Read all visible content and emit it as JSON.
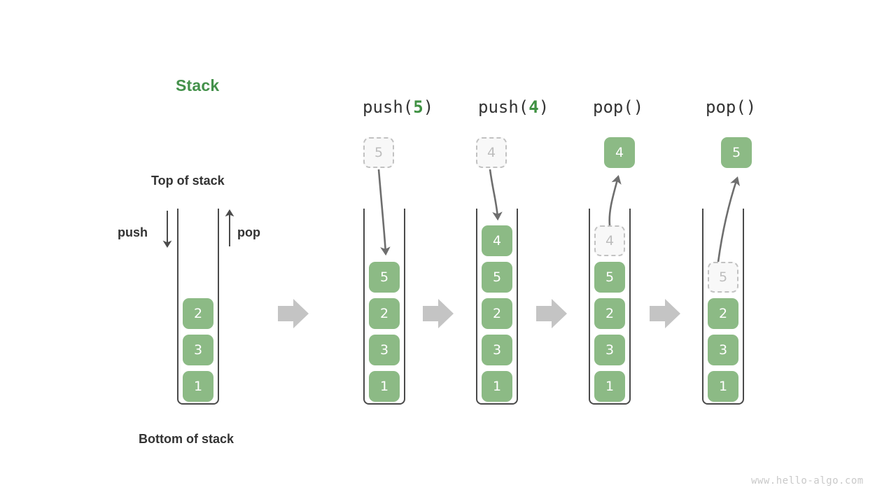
{
  "title": {
    "text": "Stack",
    "color": "#44914b"
  },
  "labels": {
    "top_of_stack": "Top of stack",
    "bottom_of_stack": "Bottom of stack",
    "push": "push",
    "pop": "pop"
  },
  "watermark": "www.hello-algo.com",
  "colors": {
    "element_fill": "#8cba85",
    "element_text": "#ffffff",
    "ghost_fill": "#f8f8f8",
    "ghost_border": "#c2c2c2",
    "ghost_text": "#bdbdbd",
    "container_stroke": "#4a4a4a",
    "arrow_gray": "#c4c4c4",
    "curve_arrow": "#6e6e6e",
    "text_dark": "#333333",
    "accent_green": "#3f9142"
  },
  "stages": [
    {
      "id": "initial",
      "op_prefix": "",
      "op_arg": "",
      "op_suffix": "",
      "has_op_label": false,
      "external_element": null,
      "external_element_state": null,
      "cells": [
        {
          "value": "2",
          "state": "filled"
        },
        {
          "value": "3",
          "state": "filled"
        },
        {
          "value": "1",
          "state": "filled"
        }
      ]
    },
    {
      "id": "push-5",
      "op_prefix": "push(",
      "op_arg": "5",
      "op_suffix": ")",
      "has_op_label": true,
      "external_element": "5",
      "external_element_state": "ghost",
      "cells": [
        {
          "value": "5",
          "state": "filled"
        },
        {
          "value": "2",
          "state": "filled"
        },
        {
          "value": "3",
          "state": "filled"
        },
        {
          "value": "1",
          "state": "filled"
        }
      ]
    },
    {
      "id": "push-4",
      "op_prefix": "push(",
      "op_arg": "4",
      "op_suffix": ")",
      "has_op_label": true,
      "external_element": "4",
      "external_element_state": "ghost",
      "cells": [
        {
          "value": "4",
          "state": "filled"
        },
        {
          "value": "5",
          "state": "filled"
        },
        {
          "value": "2",
          "state": "filled"
        },
        {
          "value": "3",
          "state": "filled"
        },
        {
          "value": "1",
          "state": "filled"
        }
      ]
    },
    {
      "id": "pop-1",
      "op_prefix": "pop(",
      "op_arg": "",
      "op_suffix": ")",
      "has_op_label": true,
      "external_element": "4",
      "external_element_state": "filled",
      "cells": [
        {
          "value": "4",
          "state": "ghost"
        },
        {
          "value": "5",
          "state": "filled"
        },
        {
          "value": "2",
          "state": "filled"
        },
        {
          "value": "3",
          "state": "filled"
        },
        {
          "value": "1",
          "state": "filled"
        }
      ]
    },
    {
      "id": "pop-2",
      "op_prefix": "pop(",
      "op_arg": "",
      "op_suffix": ")",
      "has_op_label": true,
      "external_element": "5",
      "external_element_state": "filled",
      "cells": [
        {
          "value": "5",
          "state": "ghost"
        },
        {
          "value": "2",
          "state": "filled"
        },
        {
          "value": "3",
          "state": "filled"
        },
        {
          "value": "1",
          "state": "filled"
        }
      ]
    }
  ]
}
